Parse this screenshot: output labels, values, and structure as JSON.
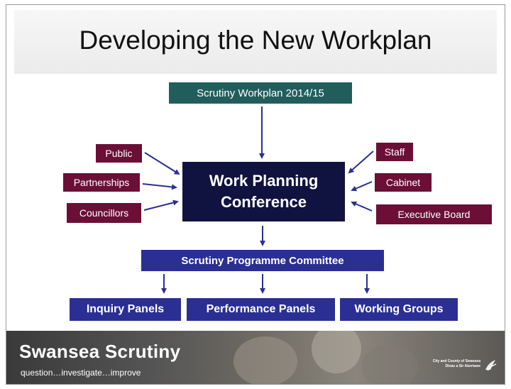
{
  "title": "Developing the New Workplan",
  "top_box": "Scrutiny Workplan 2014/15",
  "left_inputs": [
    "Public",
    "Partnerships",
    "Councillors"
  ],
  "right_inputs": [
    "Staff",
    "Cabinet",
    "Executive Board"
  ],
  "center": {
    "line1": "Work Planning",
    "line2": "Conference"
  },
  "committee": "Scrutiny Programme Committee",
  "outputs": [
    "Inquiry Panels",
    "Performance Panels",
    "Working Groups"
  ],
  "footer": {
    "brand": "Swansea Scrutiny",
    "tagline": "question…investigate…improve",
    "logo_line1": "City and County of Swansea",
    "logo_line2": "Dinas a Sir Abertawe"
  },
  "colors": {
    "teal": "#215e5b",
    "maroon": "#6b0f37",
    "navy": "#10133f",
    "blue": "#2b2f93",
    "arrow": "#2b2f93"
  },
  "icons": [
    "arrow-icon",
    "swansea-logo-icon"
  ]
}
